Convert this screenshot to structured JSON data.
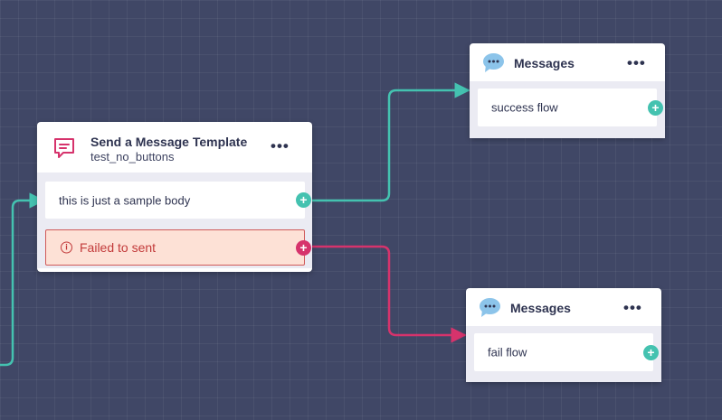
{
  "colors": {
    "canvas_bg": "#404766",
    "success_edge": "#44c2b0",
    "fail_edge": "#d6336c",
    "error_bg": "#fde1d6",
    "error_text": "#c23a3a",
    "template_icon": "#d6336c",
    "chat_icon": "#8cc4ea"
  },
  "template_node": {
    "icon": "message-square-icon",
    "title": "Send a Message Template",
    "subtitle": "test_no_buttons",
    "menu": "•••",
    "body_row": {
      "text": "this is just a sample body",
      "handle": "+"
    },
    "error_row": {
      "icon": "info-circle-icon",
      "icon_glyph": "i",
      "text": "Failed to sent",
      "handle": "+"
    }
  },
  "success_node": {
    "icon": "chat-bubble-icon",
    "title": "Messages",
    "menu": "•••",
    "row": {
      "text": "success flow",
      "handle": "+"
    }
  },
  "fail_node": {
    "icon": "chat-bubble-icon",
    "title": "Messages",
    "menu": "•••",
    "row": {
      "text": "fail flow",
      "handle": "+"
    }
  }
}
